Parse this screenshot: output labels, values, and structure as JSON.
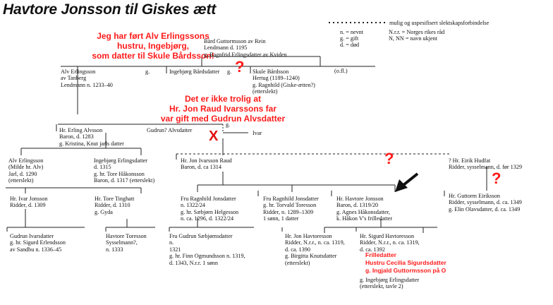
{
  "title": "Havtore Jonsson til Giskes ætt",
  "legend": {
    "dotted": "mulig og uspesifisert slektskapsforbindelse",
    "n": "n. = nevnt",
    "g": "g. = gift",
    "d": "d. = død",
    "nrr": "N.r.r. = Norges rikes råd",
    "nn": "N, NN = navn ukjent"
  },
  "notes": {
    "alv": [
      "Jeg har ført Alv Erlingssons",
      "hustru, Ingebjørg,",
      "som datter til Skule Bårdsson!"
    ],
    "raud": [
      "Det er ikke trolig at",
      "Hr. Jon Raud Ivarssons far",
      "var gift med Gudrun Alvsdatter"
    ],
    "sigurd": [
      "Frilledatter",
      "Hustru Cecilia Sigurdsdatter",
      "g. Ingjald Guttormsson på O"
    ]
  },
  "marks": {
    "question": "?",
    "cross": "X",
    "g": "g.",
    "of": "(o.fl.)",
    "ivar": "Ivar"
  },
  "people": {
    "bard": [
      "Bård Guttormsson av Rein",
      "Lendmann d. 1195",
      "g. Ragnfrid Erlingsdatter av Kviden"
    ],
    "alv_e": [
      "Alv Erlingsson",
      "av Tanberg",
      "Lendmann n. 1233–40"
    ],
    "ingebjorg_b": [
      "Ingebjørg Bårdsdatter"
    ],
    "skule": [
      "Skule Bårdsson",
      "Hertug (1189–1240)",
      "g. Ragnhild (Giske-ætten?)",
      "(etterslekt)"
    ],
    "erling": [
      "Hr. Erling Alvsson",
      "Baron, d. 1283",
      "g. Kristina, Knut jarls datter"
    ],
    "gudrun_a": [
      "Gudrun? Alvsdatter"
    ],
    "alv_e2": [
      "Alv Erlingsson",
      "(Milde hr. Alv)",
      "Jarl, d. 1290",
      "(etterslekt)"
    ],
    "ingebjorg_e": [
      "Ingebjørg Erlingsdatter",
      "d. 1315",
      "g. hr. Tore Håkonsson",
      "Baron, d. 1317 (etterslekt)"
    ],
    "jon_raud": [
      "Hr. Jon Ivarsson Raud",
      "Baron, d. ca 1314"
    ],
    "eirik": [
      "? Hr. Eirik Hudfat",
      "Ridder, sysselmann, d. før 1329"
    ],
    "ivar_j": [
      "Hr. Ivar Jonsson",
      "Ridder, d. 1309"
    ],
    "tore_t": [
      "Hr. Tore Tinghatt",
      "Ridder, d. 1310",
      "g. Gyda"
    ],
    "ragnhild1": [
      "Fru Ragnhild Jonsdatter",
      "n. 1322/24",
      "g. hr. Sæbjørn Helgesson",
      "n. ca. 1296, d. 1322/24"
    ],
    "ragnhild2": [
      "Fru Ragnhild Jonsdatter",
      "g. hr. Torvald Toresson",
      "Ridder, n. 1289–1309",
      "1 sønn, 1 datter"
    ],
    "havtore": [
      "Hr. Havtore Jonsson",
      "Baron, d. 1319/20",
      "g. Agnes Håkonsdatter,",
      "k. Håkon V's frilledatter"
    ],
    "guttorm": [
      "Hr. Guttorm Eiriksson",
      "Ridder, sysselmann, d. ca. 1349",
      "g. Elin Olavsdatter, d. ca. 1349"
    ],
    "gudrun_i": [
      "Gudrun Ivarsdatter",
      "g. hr. Sigurd Erlendsson",
      "av Sandbu n. 1336–45"
    ],
    "havtore_t": [
      "Havtore Toresson",
      "Sysselmann?,",
      "n. 1333"
    ],
    "gudrun_s": [
      "Fru Gudrun Sæbjørnsdatter",
      "n.",
      "1321",
      "g. hr. Finn Ogmundsson n. 1319,",
      "d. 1343, N.r.r.    1 sønn"
    ],
    "jon_h": [
      "Hr. Jon Havtoresson",
      "Ridder, N.r.r., n. ca. 1319,",
      "d. ca. 1390",
      "g. Birgitta Knutsdatter",
      "(etterslekt)"
    ],
    "sigurd_h": [
      "Hr. Sigurd Havtoresson",
      "Ridder, N.r.r., n. ca. 1319,",
      "d. ca. 1392"
    ],
    "sigurd_h2": [
      "g. Ingebjørg Erlingsdatter",
      "(etterslekt, tavle 2)"
    ]
  }
}
